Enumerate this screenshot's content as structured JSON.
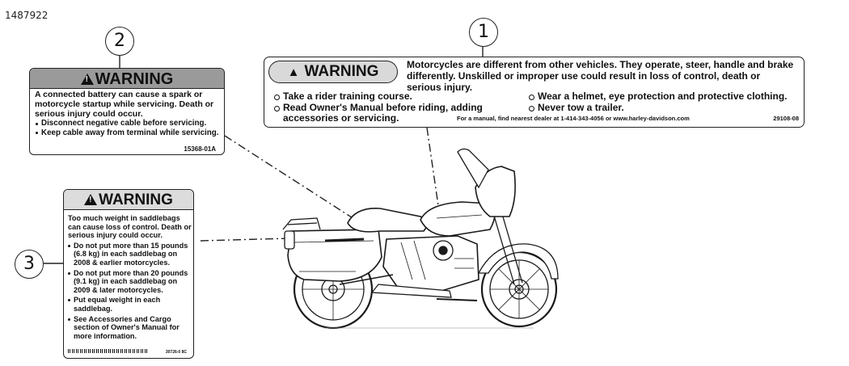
{
  "figure_id": "1487922",
  "callouts": [
    "1",
    "2",
    "3"
  ],
  "label1": {
    "heading": "WARNING",
    "intro": "Motorcycles are different from other vehicles.  They operate, steer, handle and brake differently.  Unskilled or improper use could result in loss of control, death or serious injury.",
    "left_items": [
      "Take a rider training course.",
      "Read Owner's Manual before riding, adding accessories or servicing."
    ],
    "right_items": [
      "Wear a helmet, eye protection and protective clothing.",
      "Never tow a trailer."
    ],
    "footer": "For a manual, find nearest dealer at 1-414-343-4056 or www.harley-davidson.com",
    "code": "29108-08"
  },
  "label2": {
    "heading": "WARNING",
    "body": "A connected battery can cause a spark or motorcycle startup while servicing. Death or serious injury could occur.",
    "items": [
      "Disconnect negative cable before servicing.",
      "Keep cable away from terminal while servicing."
    ],
    "code": "15368-01A"
  },
  "label3": {
    "heading": "WARNING",
    "body": "Too much weight in saddlebags can cause loss of control. Death or serious injury could occur.",
    "items": [
      "Do not put more than 15 pounds (6.8 kg) in each saddlebag on 2008 & earlier motorcycles.",
      "Do not put more than 20 pounds (9.1 kg) in each saddlebag on 2009 & later motorcycles.",
      "Put equal weight in each saddlebag.",
      "See Accessories and Cargo section of Owner's Manual for more information."
    ],
    "code": "30726-0 8C"
  }
}
